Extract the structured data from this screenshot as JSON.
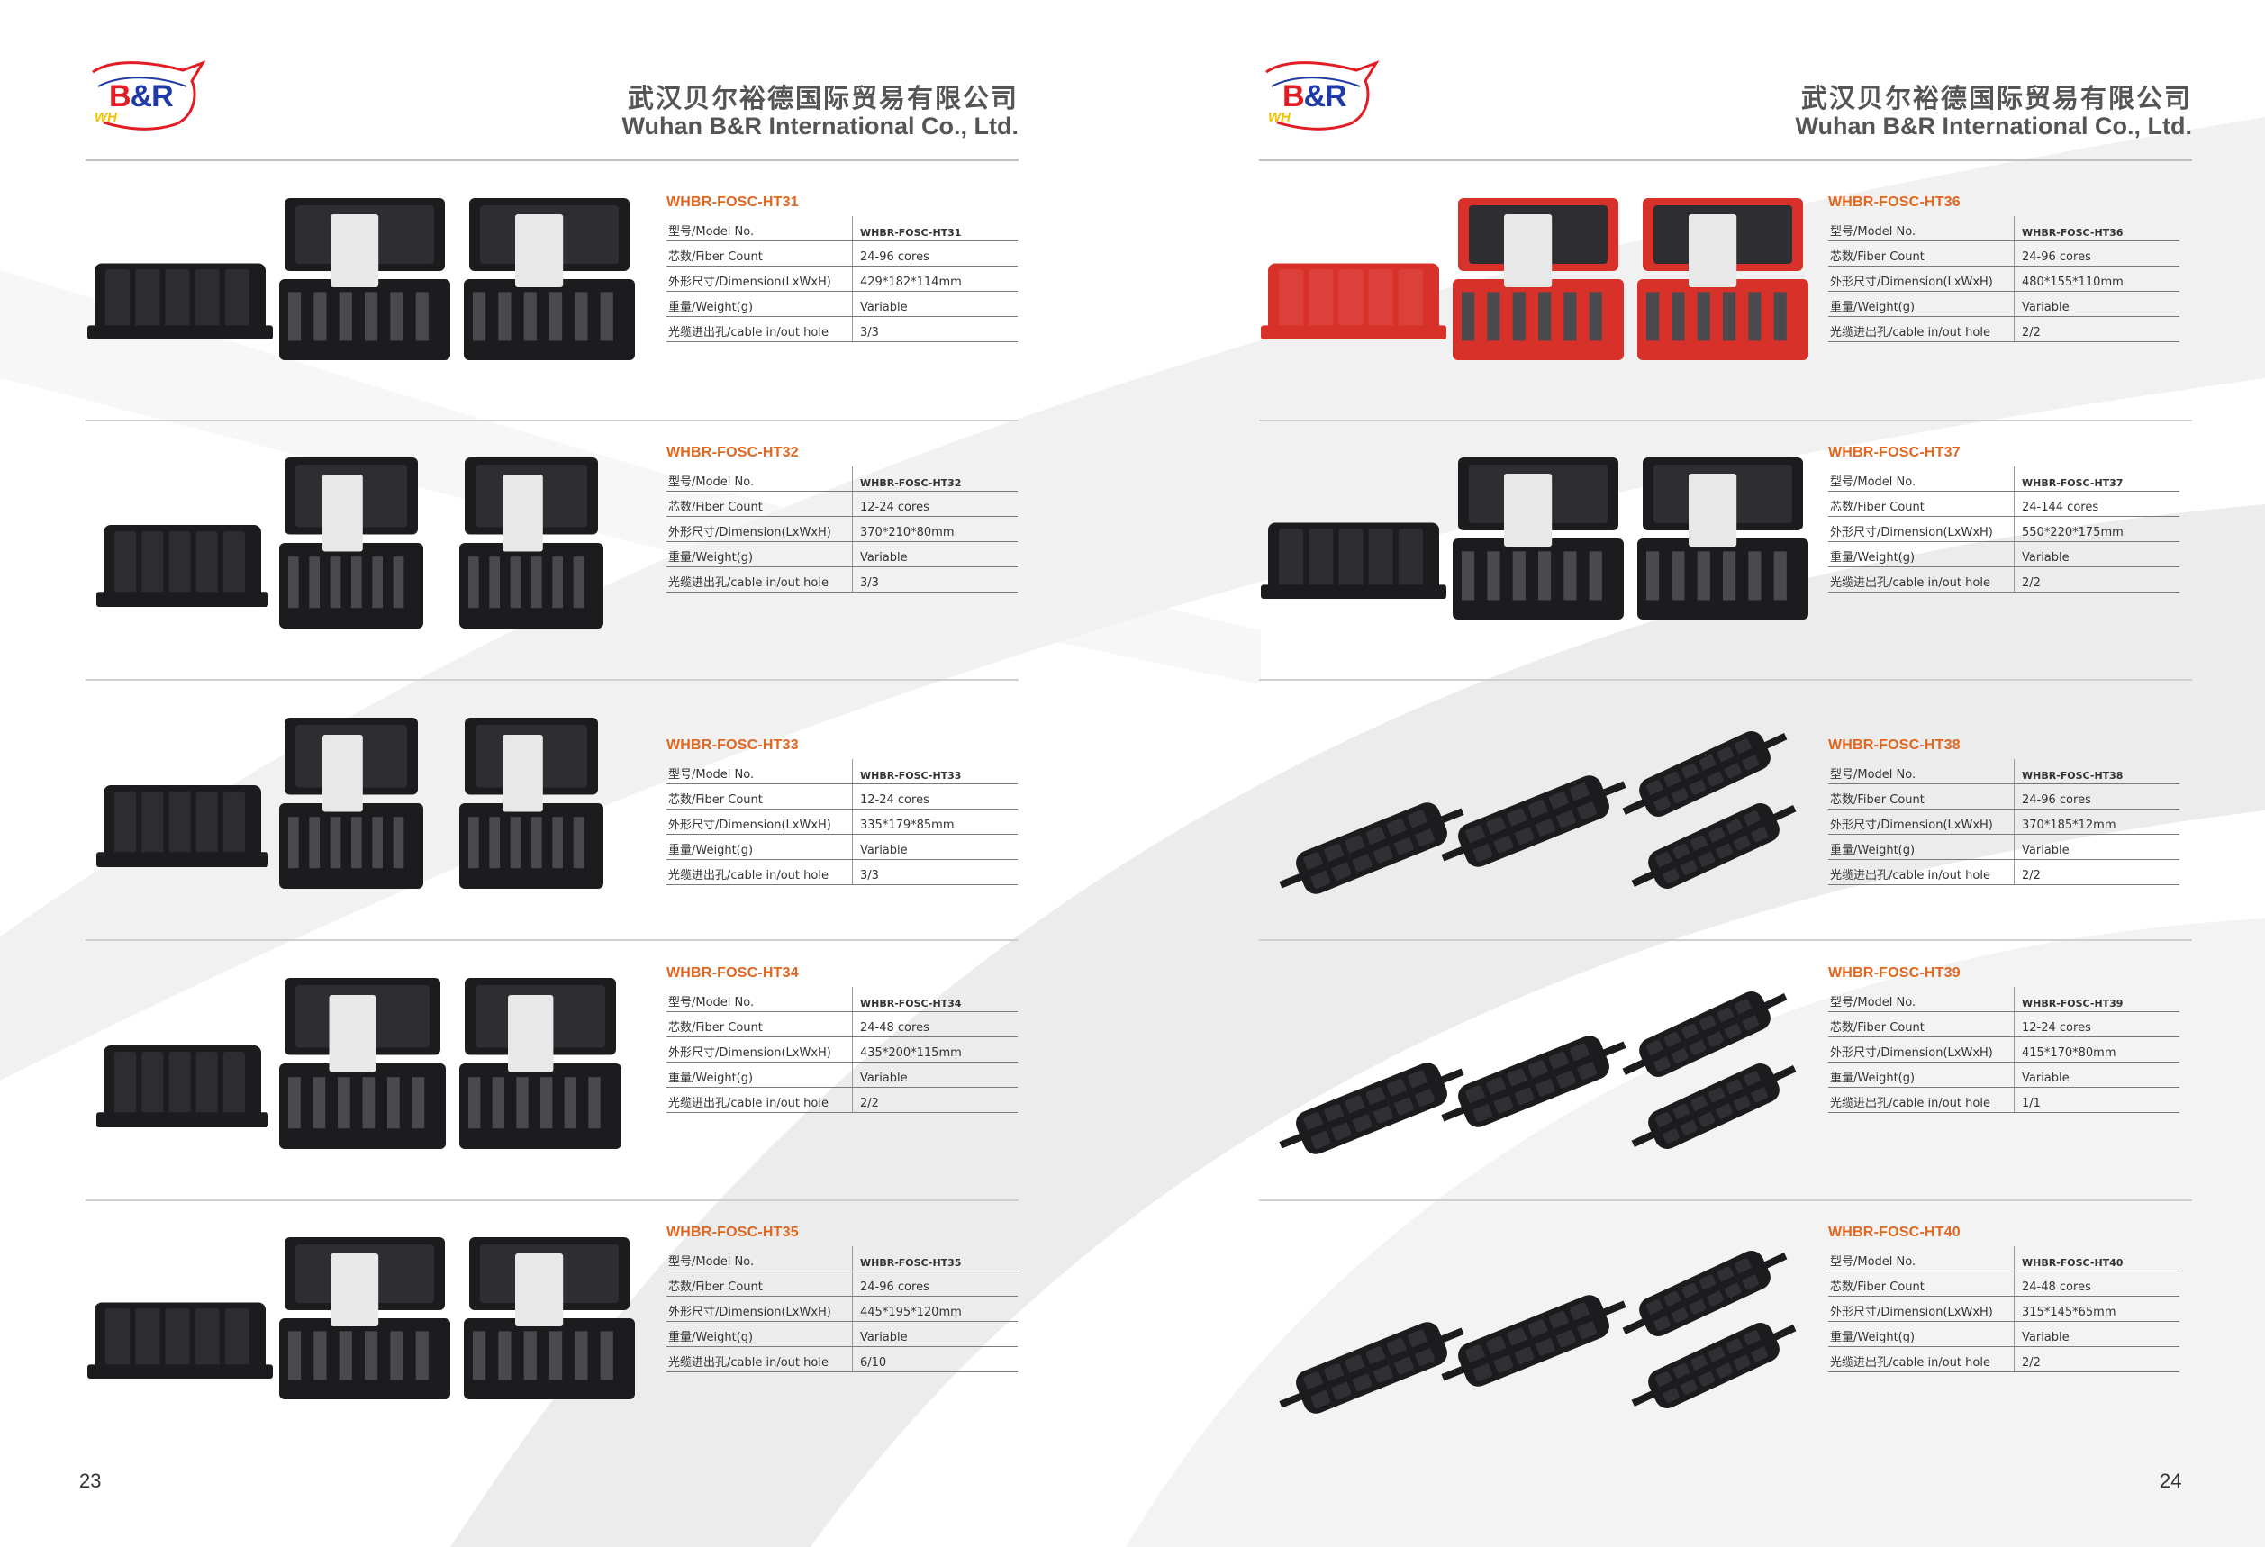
{
  "brand": {
    "logo_text": "B&R",
    "logo_sub": "WH",
    "company_cn": "武汉贝尔裕德国际贸易有限公司",
    "company_en": "Wuhan B&R International Co., Ltd."
  },
  "colors": {
    "accent_title": "#e2661e",
    "logo_red": "#e21c22",
    "logo_blue": "#1f3aa6",
    "logo_yellow": "#f2c200",
    "closure_black": "#1c1c1e",
    "closure_red": "#d8312a"
  },
  "spec_labels": {
    "model": "型号/Model No.",
    "fiber": "芯数/Fiber Count",
    "dimension": "外形尺寸/Dimension(LxWxH)",
    "weight": "重量/Weight(g)",
    "cable": "光缆进出孔/cable in/out hole"
  },
  "pages": [
    {
      "page_number": "23",
      "products": [
        {
          "title": "WHBR-FOSC-HT31",
          "model": "WHBR-FOSC-HT31",
          "fiber": "24-96 cores",
          "dimension": "429*182*114mm",
          "weight": "Variable",
          "cable": "3/3",
          "photo_style": "inline-black",
          "photo_color": "black"
        },
        {
          "title": "WHBR-FOSC-HT32",
          "model": "WHBR-FOSC-HT32",
          "fiber": "12-24 cores",
          "dimension": "370*210*80mm",
          "weight": "Variable",
          "cable": "3/3",
          "photo_style": "box-open",
          "photo_color": "black"
        },
        {
          "title": "WHBR-FOSC-HT33",
          "model": "WHBR-FOSC-HT33",
          "fiber": "12-24 cores",
          "dimension": "335*179*85mm",
          "weight": "Variable",
          "cable": "3/3",
          "photo_style": "box-open",
          "photo_color": "black"
        },
        {
          "title": "WHBR-FOSC-HT34",
          "model": "WHBR-FOSC-HT34",
          "fiber": "24-48 cores",
          "dimension": "435*200*115mm",
          "weight": "Variable",
          "cable": "2/2",
          "photo_style": "box-wide",
          "photo_color": "black"
        },
        {
          "title": "WHBR-FOSC-HT35",
          "model": "WHBR-FOSC-HT35",
          "fiber": "24-96 cores",
          "dimension": "445*195*120mm",
          "weight": "Variable",
          "cable": "6/10",
          "photo_style": "inline-black",
          "photo_color": "black"
        }
      ]
    },
    {
      "page_number": "24",
      "products": [
        {
          "title": "WHBR-FOSC-HT36",
          "model": "WHBR-FOSC-HT36",
          "fiber": "24-96 cores",
          "dimension": "480*155*110mm",
          "weight": "Variable",
          "cable": "2/2",
          "photo_style": "inline-red",
          "photo_color": "red"
        },
        {
          "title": "WHBR-FOSC-HT37",
          "model": "WHBR-FOSC-HT37",
          "fiber": "24-144 cores",
          "dimension": "550*220*175mm",
          "weight": "Variable",
          "cable": "2/2",
          "photo_style": "inline-black",
          "photo_color": "black"
        },
        {
          "title": "WHBR-FOSC-HT38",
          "model": "WHBR-FOSC-HT38",
          "fiber": "24-96 cores",
          "dimension": "370*185*12mm",
          "weight": "Variable",
          "cable": "2/2",
          "photo_style": "diagonal",
          "photo_color": "black"
        },
        {
          "title": "WHBR-FOSC-HT39",
          "model": "WHBR-FOSC-HT39",
          "fiber": "12-24 cores",
          "dimension": "415*170*80mm",
          "weight": "Variable",
          "cable": "1/1",
          "photo_style": "diagonal",
          "photo_color": "black"
        },
        {
          "title": "WHBR-FOSC-HT40",
          "model": "WHBR-FOSC-HT40",
          "fiber": "24-48 cores",
          "dimension": "315*145*65mm",
          "weight": "Variable",
          "cable": "2/2",
          "photo_style": "diagonal",
          "photo_color": "black"
        }
      ]
    }
  ]
}
